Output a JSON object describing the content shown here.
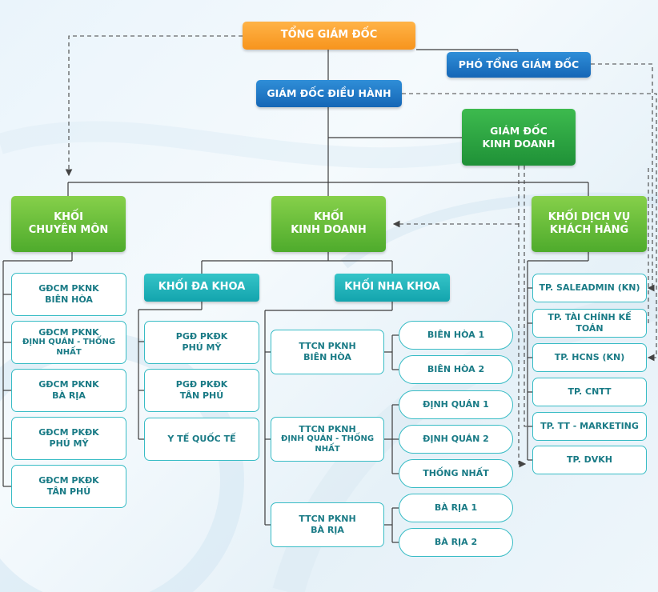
{
  "nodes": {
    "ceo": "TỔNG GIÁM ĐỐC",
    "deputy_ceo": "PHÓ TỔNG GIÁM ĐỐC",
    "coo": "GIÁM ĐỐC ĐIỀU HÀNH",
    "sales_director": [
      "GIÁM ĐỐC",
      "KINH DOANH"
    ],
    "block_professional": [
      "KHỐI",
      "CHUYÊN MÔN"
    ],
    "block_business": [
      "KHỐI",
      "KINH DOANH"
    ],
    "block_customer_service": [
      "KHỐI DỊCH VỤ",
      "KHÁCH HÀNG"
    ],
    "block_general": "KHỐI ĐA KHOA",
    "block_dental": "KHỐI NHA KHOA"
  },
  "professional_units": [
    [
      "GĐCM PKNK",
      "BIÊN HÒA"
    ],
    [
      "GĐCM PKNK",
      "ĐỊNH QUÁN - THỐNG NHẤT"
    ],
    [
      "GĐCM PKNK",
      "BÀ RỊA"
    ],
    [
      "GĐCM PKĐK",
      "PHÚ MỸ"
    ],
    [
      "GĐCM PKĐK",
      "TÂN PHÚ"
    ]
  ],
  "general_units": [
    [
      "PGĐ PKĐK",
      "PHÚ MỸ"
    ],
    [
      "PGĐ PKĐK",
      "TÂN PHÚ"
    ],
    [
      "Y TẾ QUỐC TẾ"
    ]
  ],
  "dental_groups": [
    {
      "label": [
        "TTCN PKNH",
        "BIÊN HÒA"
      ],
      "branches": [
        "BIÊN HÒA 1",
        "BIÊN HÒA 2"
      ]
    },
    {
      "label": [
        "TTCN PKNH",
        "ĐỊNH QUÁN - THỐNG NHẤT"
      ],
      "branches": [
        "ĐỊNH QUÁN 1",
        "ĐỊNH QUÁN 2",
        "THỐNG NHẤT"
      ]
    },
    {
      "label": [
        "TTCN PKNH",
        "BÀ RỊA"
      ],
      "branches": [
        "BÀ RỊA 1",
        "BÀ RỊA 2"
      ]
    }
  ],
  "service_units": [
    "TP. SALEADMIN (KN)",
    "TP. TÀI CHÍNH KẾ TOÁN",
    "TP. HCNS (KN)",
    "TP. CNTT",
    "TP. TT - MARKETING",
    "TP. DVKH"
  ]
}
